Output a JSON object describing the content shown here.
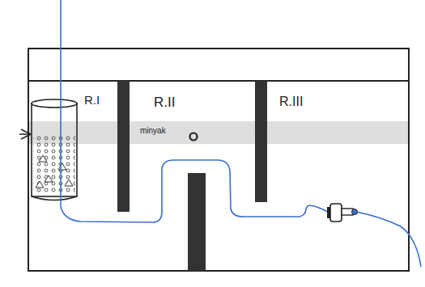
{
  "diagram": {
    "labels": [
      "R.I",
      "R.II",
      "R.III",
      "minyak"
    ]
  }
}
